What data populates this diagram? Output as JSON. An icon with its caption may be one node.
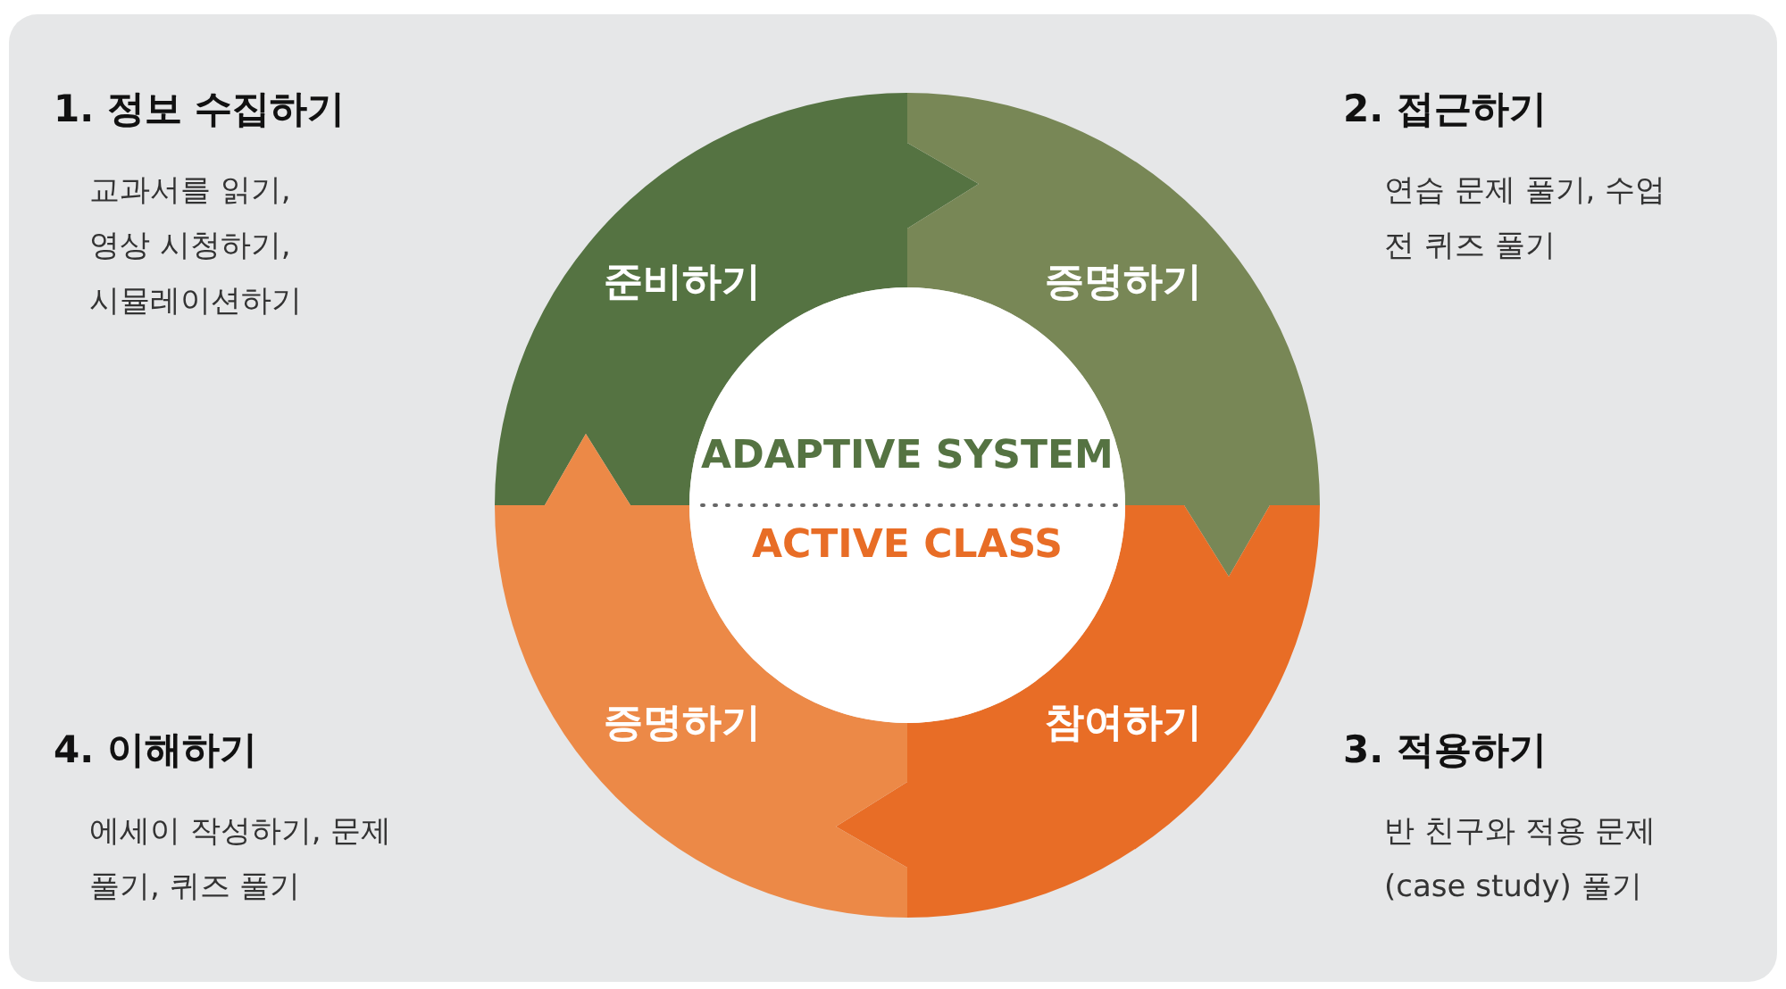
{
  "diagram": {
    "nodes": [
      {
        "text": [
          "준비하기"
        ]
      },
      {
        "text": [
          "증명하기"
        ]
      },
      {
        "text": [
          "참여하기"
        ]
      },
      {
        "text": [
          "증명하기"
        ]
      },
      {
        "text": [
          "ADAPTIVE SYSTEM",
          "ACTIVE CLASS"
        ]
      }
    ],
    "labels": [
      "1. 정보 수집하기",
      "교과서를 읽기, 영상 시청하기, 시뮬레이션하기",
      "2. 접근하기",
      "연습 문제 풀기, 수업 전 퀴즈 풀기",
      "4. 이해하기",
      "에세이 작성하기, 문제 풀기, 퀴즈 풀기",
      "3. 적용하기",
      "반 친구와 적용 문제 (case study) 풀기"
    ]
  }
}
